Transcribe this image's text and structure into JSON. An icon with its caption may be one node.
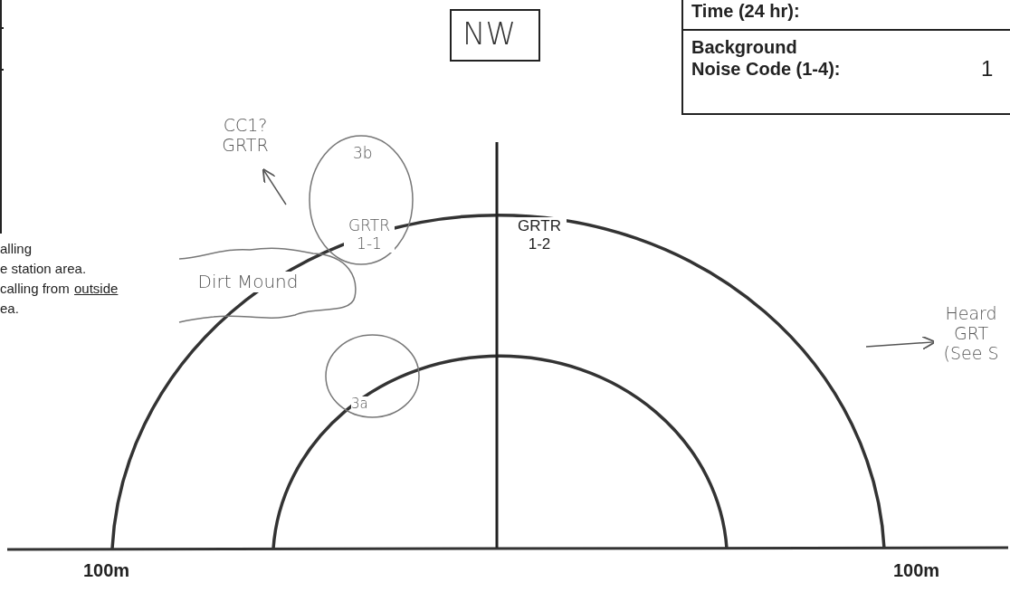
{
  "diagram": {
    "nodes": [
      {
        "text": [
          "NW"
        ]
      },
      {
        "text": [
          "3b",
          "GRTR 1-1"
        ]
      },
      {
        "text": [
          "CC1? GRTR"
        ]
      },
      {
        "text": [
          "Dirt Mound"
        ]
      },
      {
        "text": [
          "3a"
        ]
      },
      {
        "text": [
          "Heard GRT (See S"
        ]
      }
    ],
    "edges": [
      {
        "from": null,
        "to": 2,
        "arrow": "to"
      },
      {
        "from": null,
        "to": 5,
        "arrow": "to"
      }
    ],
    "labels": [
      "Time (24 hr):",
      "Background Noise Code (1-4):",
      "1",
      "alling",
      "e station area.",
      "calling from",
      "outside",
      "ea.",
      "GRTR 1-2",
      "100m",
      "100m"
    ]
  }
}
